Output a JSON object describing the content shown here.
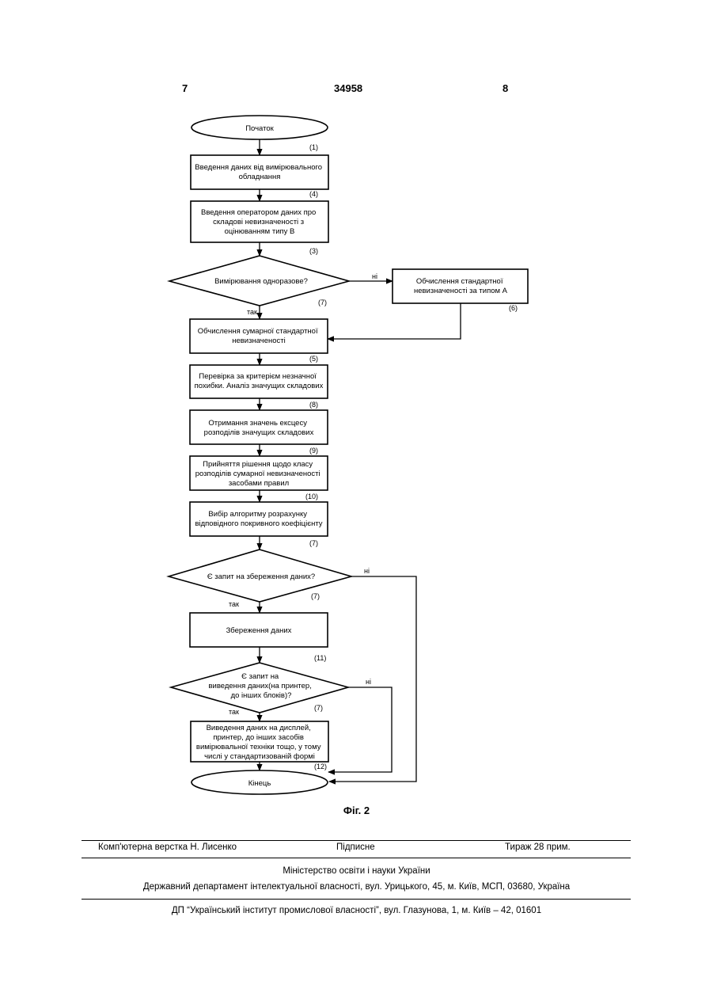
{
  "header": {
    "page_left": "7",
    "patent_number": "34958",
    "page_right": "8"
  },
  "flowchart": {
    "nodes": [
      {
        "id": "start",
        "shape": "terminal",
        "lines": [
          "Початок"
        ]
      },
      {
        "id": "input",
        "shape": "process",
        "lines": [
          "Введення даних від вимірювального",
          "обладнання"
        ]
      },
      {
        "id": "operator",
        "shape": "process",
        "lines": [
          "Введення оператором даних про",
          "складові невизначеності з",
          "оцінюванням типу B"
        ]
      },
      {
        "id": "single",
        "shape": "decision",
        "lines": [
          "Вимірювання одноразове?"
        ]
      },
      {
        "id": "typeA",
        "shape": "process",
        "lines": [
          "Обчислення стандартної",
          "невизначеності за типом A"
        ]
      },
      {
        "id": "combined",
        "shape": "process",
        "lines": [
          "Обчислення сумарної стандартної",
          "невизначеності"
        ]
      },
      {
        "id": "check",
        "shape": "process",
        "lines": [
          "Перевірка за критерієм незначної",
          "похибки. Аналіз значущих складових"
        ]
      },
      {
        "id": "excess",
        "shape": "process",
        "lines": [
          "Отримання значень ексцесу",
          "розподілів значущих складових"
        ]
      },
      {
        "id": "decision_class",
        "shape": "process",
        "lines": [
          "Прийняття рішення щодо класу",
          "розподілів сумарної невизначеності",
          "засобами правил"
        ]
      },
      {
        "id": "algorithm",
        "shape": "process",
        "lines": [
          "Вибір алгоритму розрахунку",
          "відповідного покривного коефіцієнту"
        ]
      },
      {
        "id": "save_q",
        "shape": "decision",
        "lines": [
          "Є запит на збереження даних?"
        ]
      },
      {
        "id": "save",
        "shape": "process",
        "lines": [
          "Збереження даних"
        ]
      },
      {
        "id": "output_q",
        "shape": "decision",
        "lines": [
          "Є запит на",
          "виведення даних(на принтер,",
          "до інших блоків)?"
        ]
      },
      {
        "id": "output",
        "shape": "process",
        "lines": [
          "Виведення даних на дисплей,",
          "принтер, до інших засобів",
          "вимірювальної техніки тощо, у тому",
          "числі у стандартизованій формі"
        ]
      },
      {
        "id": "end",
        "shape": "terminal",
        "lines": [
          "Кінець"
        ]
      }
    ],
    "step_labels": [
      "(1)",
      "(4)",
      "(3)",
      "(7)",
      "(6)",
      "(5)",
      "(8)",
      "(9)",
      "(10)",
      "(7)",
      "(7)",
      "(11)",
      "(7)",
      "(12)"
    ],
    "branch_labels": {
      "yes": "так",
      "no": "ні"
    }
  },
  "caption": "Фіг. 2",
  "footer": {
    "layout": "Комп'ютерна верстка Н. Лисенко",
    "signed": "Підписне",
    "circulation": "Тираж 28 прим.",
    "ministry": "Міністерство освіти і науки України",
    "department": "Державний департамент інтелектуальної власності, вул. Урицького, 45, м. Київ, МСП, 03680, Україна",
    "institute": "ДП “Український інститут промислової власності”, вул. Глазунова, 1, м. Київ – 42, 01601"
  }
}
